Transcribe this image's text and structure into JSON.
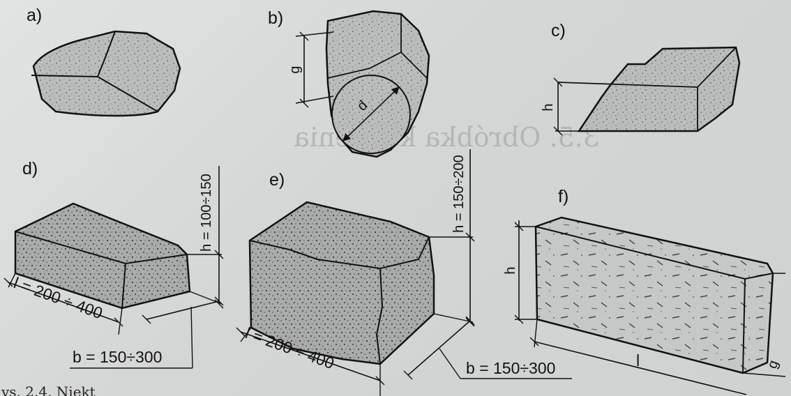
{
  "panels": {
    "a": {
      "letter": "a)"
    },
    "b": {
      "letter": "b)",
      "g_label": "g",
      "d_label": "d"
    },
    "c": {
      "letter": "c)",
      "h_label": "h"
    },
    "d": {
      "letter": "d)",
      "h_label": "h = 100÷150",
      "l_label": "l = 200 ÷ 400",
      "b_label": "b = 150÷300"
    },
    "e": {
      "letter": "e)",
      "h_label": "h = 150÷200",
      "l_label": "l = 200 ÷ 400",
      "b_label": "b = 150÷300"
    },
    "f": {
      "letter": "f)",
      "h_label": "h",
      "l_label": "l",
      "g_label": "g"
    }
  },
  "background_text": {
    "heading": "3.5. Obróbka kamienia",
    "caption": "ys. 2.4. Niekt"
  },
  "colors": {
    "paper": "#d7d9d8",
    "stone_fill": "#b9bbba",
    "line": "#111111"
  }
}
